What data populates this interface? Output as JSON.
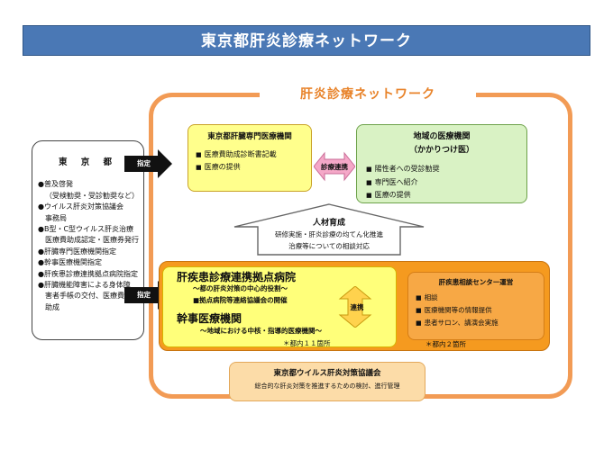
{
  "banner_title": "東京都肝炎診療ネットワーク",
  "network_label": "肝炎診療ネットワーク",
  "tokyo": {
    "title": "東 京 都",
    "items": [
      {
        "text": "●普及啓発",
        "indent": false
      },
      {
        "text": "（受検勧奨・受診勧奨など）",
        "indent": true
      },
      {
        "text": "●ウイルス肝炎対策協議会",
        "indent": false
      },
      {
        "text": "事務局",
        "indent": true
      },
      {
        "text": "●B型・C型ウイルス肝炎治療",
        "indent": false
      },
      {
        "text": "医療費助成認定・医療券発行",
        "indent": true
      },
      {
        "text": "●肝臓専門医療機関指定",
        "indent": false
      },
      {
        "text": "●幹事医療機関指定",
        "indent": false
      },
      {
        "text": "●肝疾患診療連携拠点病院指定",
        "indent": false
      },
      {
        "text": "●肝臓機能障害による身体障",
        "indent": false
      },
      {
        "text": "害者手帳の交付、医療費の",
        "indent": true
      },
      {
        "text": "助成",
        "indent": true
      }
    ]
  },
  "arrow_designate_top": "指定",
  "arrow_designate_bottom": "指定",
  "senmon": {
    "title": "東京都肝臓専門医療機関",
    "items": [
      "医療費助成診断書記載",
      "医療の提供"
    ]
  },
  "chiiki": {
    "title": "地域の医療機関",
    "subtitle": "（かかりつけ医）",
    "items": [
      "陽性者への受診勧奨",
      "専門医へ紹介",
      "医療の提供"
    ]
  },
  "link_label": "診療連携",
  "jinzai": {
    "title": "人材育成",
    "line1": "研修実施・肝炎診療の均てん化推進",
    "line2": "治療等についての相談対応"
  },
  "kyoten": {
    "title": "肝疾患診療連携拠点病院",
    "subtitle": "～都の肝炎対策の中心的役割～",
    "note": "■拠点病院等連絡協議会の開催"
  },
  "renkei_label": "連携",
  "kankan": {
    "title": "幹事医療機関",
    "subtitle": "～地域における中核・指導的医療機関～",
    "count": "＊都内１１箇所"
  },
  "soudan": {
    "title": "肝疾患相談センター運営",
    "items": [
      "相談",
      "医療機関等の情報提供",
      "患者サロン、講演会実施"
    ],
    "count": "＊都内２箇所"
  },
  "council": {
    "title": "東京都ウイルス肝炎対策協議会",
    "desc": "総合的な肝炎対策を推進するための検討、進行管理"
  },
  "colors": {
    "banner": "#4a78b5",
    "frame": "#f29b55",
    "senmon": "#ffff8c",
    "chiiki": "#d9f2c4",
    "kyoten_outer": "#f59a1f",
    "kyoten_inner": "#ffff7a",
    "council": "#fcdca8",
    "link_arrow": "#f5a8c8",
    "renkei_arrow": "#ffd24d"
  }
}
